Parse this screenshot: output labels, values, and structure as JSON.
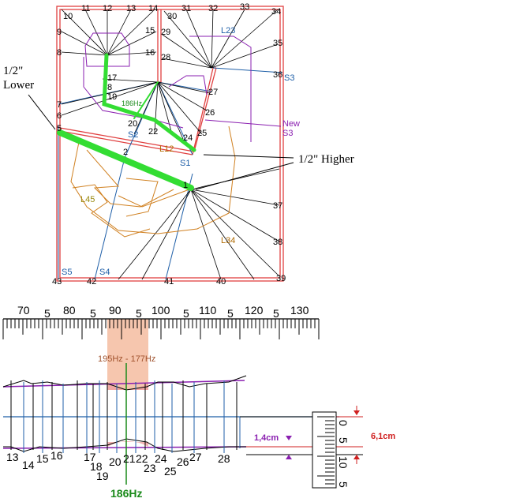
{
  "plan": {
    "numbers": {
      "n1": "1",
      "n2": "2",
      "n5": "5",
      "n6": "6",
      "n7": "7",
      "n8": "8",
      "n9": "9",
      "n10": "10",
      "n11": "11",
      "n12": "12",
      "n13": "13",
      "n14": "14",
      "n15": "15",
      "n16": "16",
      "n17": "17",
      "n18": "8",
      "n19": "19",
      "n20": "20",
      "n21": "2",
      "n22": "22",
      "n24": "24",
      "n25": "25",
      "n26": "26",
      "n27": "27",
      "n28": "28",
      "n29": "29",
      "n30": "30",
      "n31": "31",
      "n32": "32",
      "n33": "33",
      "n34": "34",
      "n35": "35",
      "n36": "36",
      "n37": "37",
      "n38": "38",
      "n39": "39",
      "n40": "40",
      "n41": "41",
      "n42": "42",
      "n43": "43"
    },
    "speakers": {
      "s1": "S1",
      "s2": "S2",
      "s3": "S3",
      "s4": "S4",
      "s5": "S5",
      "new": "New",
      "new_s3": "S3"
    },
    "lines": {
      "l12": "L12",
      "l23": "L23",
      "l34": "L34",
      "l45": "L45"
    },
    "freq_label": "186Hz",
    "lower_note_1": "1/2\"",
    "lower_note_2": "Lower",
    "higher_note": "1/2\" Higher"
  },
  "ruler": {
    "major_labels": [
      "70",
      "5",
      "80",
      "5",
      "90",
      "5",
      "100",
      "5",
      "110",
      "5",
      "120",
      "5",
      "130"
    ],
    "band_label": "195Hz - 177Hz",
    "side_labels": [
      "0",
      "5",
      "10",
      "5"
    ],
    "dim_small": "1,4cm",
    "dim_large": "6,1cm",
    "bottom_numbers": [
      "13",
      "14",
      "15",
      "16",
      "17",
      "18",
      "19",
      "20",
      "21",
      "22",
      "23",
      "24",
      "25",
      "26",
      "27",
      "28"
    ],
    "freq_label": "186Hz"
  },
  "colors": {
    "accent_green": "#33dd33",
    "wall_red": "#e04040",
    "blue": "#1f5fa8",
    "purple": "#8a1fb0",
    "orange": "#d08020"
  }
}
